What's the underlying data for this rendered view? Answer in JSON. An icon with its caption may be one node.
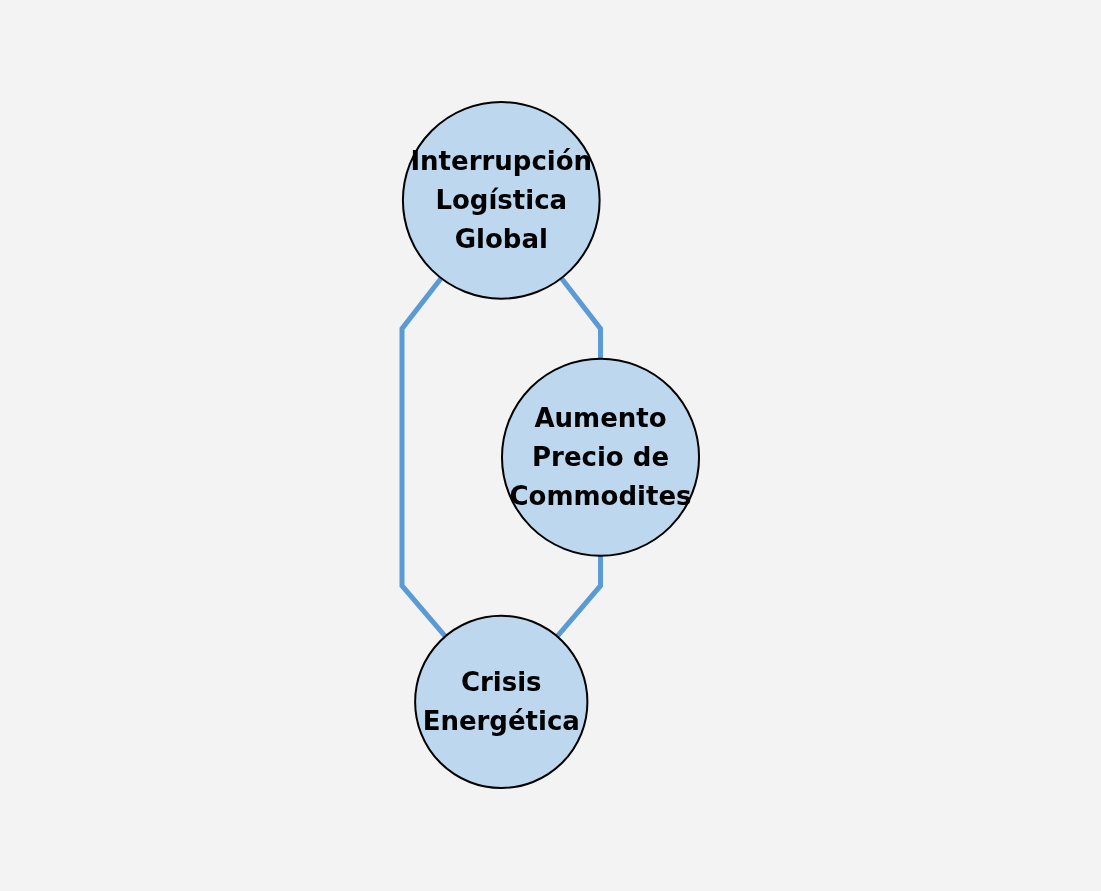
{
  "diagram": {
    "nodes": [
      {
        "text": [
          "Interrupción Logística Global"
        ]
      },
      {
        "text": [
          "Aumento Precio de Commodites"
        ]
      },
      {
        "text": [
          "Crisis Energética"
        ]
      }
    ],
    "edges": [
      {
        "from": 0,
        "to": 1,
        "arrow": "none"
      },
      {
        "from": 0,
        "to": 2,
        "arrow": "none"
      },
      {
        "from": 1,
        "to": 2,
        "arrow": "none"
      }
    ]
  }
}
